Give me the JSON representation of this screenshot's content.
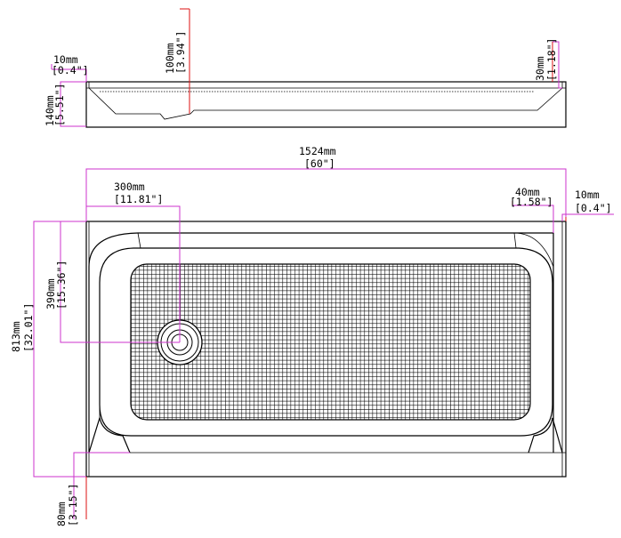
{
  "side_view": {
    "lip_width": {
      "mm": "10mm",
      "inch": "[0.4\"]"
    },
    "drain_offset": {
      "mm": "100mm",
      "inch": "[3.94\"]"
    },
    "edge_height": {
      "mm": "30mm",
      "inch": "[1.18\"]"
    },
    "total_height": {
      "mm": "140mm",
      "inch": "[5.51\"]"
    }
  },
  "top_view": {
    "length": {
      "mm": "1524mm",
      "inch": "[60\"]"
    },
    "drain_x": {
      "mm": "300mm",
      "inch": "[11.81\"]"
    },
    "rim_width": {
      "mm": "40mm",
      "inch": "[1.58\"]"
    },
    "flange_width": {
      "mm": "10mm",
      "inch": "[0.4\"]"
    },
    "drain_y": {
      "mm": "390mm",
      "inch": "[15.36\"]"
    },
    "width": {
      "mm": "813mm",
      "inch": "[32.01\"]"
    },
    "front_threshold": {
      "mm": "80mm",
      "inch": "[3.15\"]"
    }
  },
  "colors": {
    "dimension_line": "#cc33cc",
    "leader": "#dd1111",
    "outline": "#000000"
  }
}
